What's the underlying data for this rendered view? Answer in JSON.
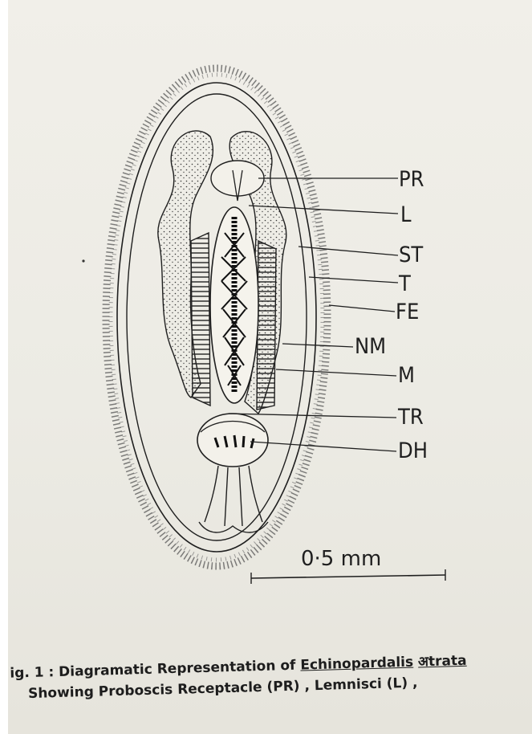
{
  "labels": {
    "pr": "PR",
    "l": "L",
    "st": "ST",
    "t": "T",
    "fe": "FE",
    "nm": "NM",
    "m": "M",
    "tr": "TR",
    "dh": "DH"
  },
  "scale_bar": {
    "label": "0·5 mm"
  },
  "caption": {
    "line1_prefix": "ig. 1 : Diagramatic Representation of ",
    "line1_genus": "Echinopardalis",
    "line1_species": "अtrata",
    "line2": "Showing Proboscis Receptacle (PR) , Lemnisci (L) ,"
  }
}
